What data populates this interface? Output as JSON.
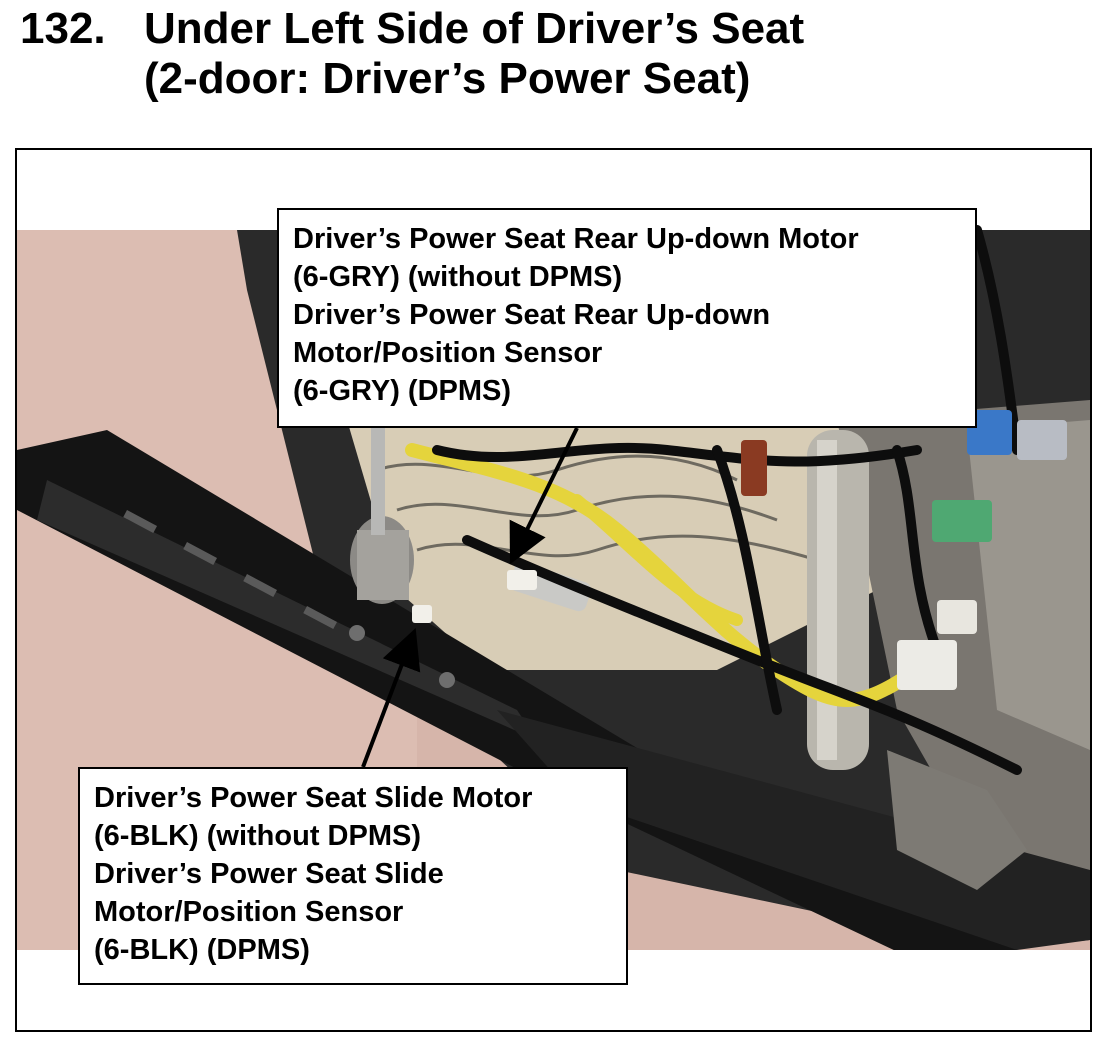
{
  "heading": {
    "number": "132.",
    "line1": "Under Left Side of Driver’s Seat",
    "line2": "(2-door: Driver’s Power Seat)"
  },
  "callouts": {
    "rear_updown_motor": {
      "lines": [
        "Driver’s Power Seat Rear Up-down Motor",
        "(6-GRY) (without DPMS)",
        "Driver’s Power Seat Rear Up-down",
        "Motor/Position Sensor",
        "(6-GRY) (DPMS)"
      ]
    },
    "slide_motor": {
      "lines": [
        "Driver’s Power Seat Slide Motor",
        "(6-BLK) (without DPMS)",
        "Driver’s Power Seat Slide",
        "Motor/Position Sensor",
        "(6-BLK) (DPMS)"
      ]
    }
  },
  "colors": {
    "background_wall": "#d9b8ad",
    "seat_frame": "#1c1c1c",
    "harness_yellow": "#e8d640",
    "connector_green": "#4fa872",
    "connector_blue": "#3a78c8",
    "connector_brown": "#8a3a22"
  }
}
